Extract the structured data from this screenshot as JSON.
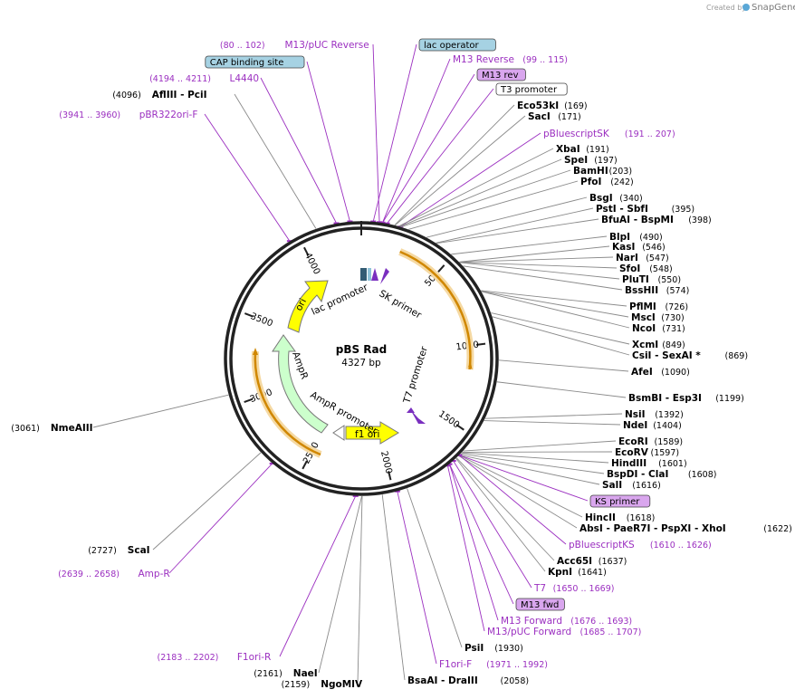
{
  "credit": {
    "prefix": "Created by",
    "brand": "SnapGene"
  },
  "plasmid": {
    "name": "pBS Rad",
    "length": "4327 bp",
    "total_bp": 4327
  },
  "colors": {
    "backbone": "#222222",
    "ori": "#ffff00",
    "ampr": "#ccffcc",
    "f1": "#ffff00",
    "orange": "#e69500",
    "primer": "#7a2fbf",
    "box_blue": "#a6d2e3",
    "box_purple": "#d9a6ee",
    "line": "#8a8a8a",
    "feature_line": "#9b2fc0"
  },
  "ticks": [
    {
      "label": "500",
      "bp": 500
    },
    {
      "label": "1000",
      "bp": 1000
    },
    {
      "label": "1500",
      "bp": 1500
    },
    {
      "label": "2000",
      "bp": 2000
    },
    {
      "label": "2500",
      "bp": 2500
    },
    {
      "label": "3000",
      "bp": 3000
    },
    {
      "label": "3500",
      "bp": 3500
    },
    {
      "label": "4000",
      "bp": 4000
    }
  ],
  "inner_labels": {
    "ori": "ori",
    "lac_promoter": "lac promoter",
    "sk_primer": "SK primer",
    "ampr": "AmpR",
    "ampr_promoter": "AmpR promoter",
    "f1_ori": "f1 ori",
    "t7_promoter": "T7 promoter"
  },
  "right_labels": [
    {
      "kind": "feature",
      "name": "M13 Reverse",
      "pos": "(99 .. 115)",
      "bp": 107
    },
    {
      "kind": "box",
      "name": "M13 rev",
      "box_color": "#d9a6ee",
      "bp": 107
    },
    {
      "kind": "box",
      "name": "T3 promoter",
      "box_color": "#ffffff",
      "bp": 130
    },
    {
      "kind": "site",
      "name": "Eco53kI",
      "pos": "(169)",
      "bp": 169
    },
    {
      "kind": "site",
      "name": "SacI",
      "pos": "(171)",
      "bp": 171
    },
    {
      "kind": "feature",
      "name": "pBluescriptSK",
      "pos": "(191 .. 207)",
      "bp": 199
    },
    {
      "kind": "site",
      "name": "XbaI",
      "pos": "(191)",
      "bp": 191
    },
    {
      "kind": "site",
      "name": "SpeI",
      "pos": "(197)",
      "bp": 197
    },
    {
      "kind": "site",
      "name": "BamHI",
      "pos": "(203)",
      "bp": 203
    },
    {
      "kind": "site",
      "name": "PfoI",
      "pos": "(242)",
      "bp": 242
    },
    {
      "kind": "site",
      "name": "BsgI",
      "pos": "(340)",
      "bp": 340
    },
    {
      "kind": "site",
      "name": "PstI  - SbfI",
      "pos": "(395)",
      "bp": 395
    },
    {
      "kind": "site",
      "name": "BfuAI  - BspMI",
      "pos": "(398)",
      "bp": 398
    },
    {
      "kind": "site",
      "name": "BlpI",
      "pos": "(490)",
      "bp": 490
    },
    {
      "kind": "site",
      "name": "KasI",
      "pos": "(546)",
      "bp": 546
    },
    {
      "kind": "site",
      "name": "NarI",
      "pos": "(547)",
      "bp": 547
    },
    {
      "kind": "site",
      "name": "SfoI",
      "pos": "(548)",
      "bp": 548
    },
    {
      "kind": "site",
      "name": "PluTI",
      "pos": "(550)",
      "bp": 550
    },
    {
      "kind": "site",
      "name": "BssHII",
      "pos": "(574)",
      "bp": 574
    },
    {
      "kind": "site",
      "name": "PflMI",
      "pos": "(726)",
      "bp": 726
    },
    {
      "kind": "site",
      "name": "MscI",
      "pos": "(730)",
      "bp": 730
    },
    {
      "kind": "site",
      "name": "NcoI",
      "pos": "(731)",
      "bp": 731
    },
    {
      "kind": "site",
      "name": "XcmI",
      "pos": "(849)",
      "bp": 849
    },
    {
      "kind": "site",
      "name": "CsiI  - SexAI *",
      "pos": "(869)",
      "bp": 869
    },
    {
      "kind": "site",
      "name": "AfeI",
      "pos": "(1090)",
      "bp": 1090
    },
    {
      "kind": "site",
      "name": "BsmBI  - Esp3I",
      "pos": "(1199)",
      "bp": 1199
    },
    {
      "kind": "site",
      "name": "NsiI",
      "pos": "(1392)",
      "bp": 1392
    },
    {
      "kind": "site",
      "name": "NdeI",
      "pos": "(1404)",
      "bp": 1404
    },
    {
      "kind": "site",
      "name": "EcoRI",
      "pos": "(1589)",
      "bp": 1589
    },
    {
      "kind": "site",
      "name": "EcoRV",
      "pos": "(1597)",
      "bp": 1597
    },
    {
      "kind": "site",
      "name": "HindIII",
      "pos": "(1601)",
      "bp": 1601
    },
    {
      "kind": "site",
      "name": "BspDI  - ClaI",
      "pos": "(1608)",
      "bp": 1608
    },
    {
      "kind": "site",
      "name": "SalI",
      "pos": "(1616)",
      "bp": 1616
    },
    {
      "kind": "box",
      "name": "KS primer",
      "box_color": "#d9a6ee",
      "bp": 1618
    },
    {
      "kind": "site",
      "name": "HincII",
      "pos": "(1618)",
      "bp": 1618
    },
    {
      "kind": "site",
      "name": "AbsI  - PaeR7I  - PspXI  - XhoI",
      "pos": "(1622)",
      "bp": 1622
    },
    {
      "kind": "feature",
      "name": "pBluescriptKS",
      "pos": "(1610 .. 1626)",
      "bp": 1618
    },
    {
      "kind": "site",
      "name": "Acc65I",
      "pos": "(1637)",
      "bp": 1637
    },
    {
      "kind": "site",
      "name": "KpnI",
      "pos": "(1641)",
      "bp": 1641
    },
    {
      "kind": "feature",
      "name": "T7",
      "pos": "(1650 .. 1669)",
      "bp": 1659
    },
    {
      "kind": "box",
      "name": "M13 fwd",
      "box_color": "#d9a6ee",
      "bp": 1684
    },
    {
      "kind": "feature",
      "name": "M13 Forward",
      "pos": "(1676 .. 1693)",
      "bp": 1684
    },
    {
      "kind": "feature",
      "name": "M13/pUC Forward",
      "pos": "(1685 .. 1707)",
      "bp": 1696
    },
    {
      "kind": "site",
      "name": "PsiI",
      "pos": "(1930)",
      "bp": 1930
    },
    {
      "kind": "feature",
      "name": "F1ori-F",
      "pos": "(1971 .. 1992)",
      "bp": 1981
    },
    {
      "kind": "site",
      "name": "BsaAI  - DraIII",
      "pos": "(2058)",
      "bp": 2058
    }
  ],
  "left_labels": [
    {
      "kind": "site",
      "name": "NgoMIV",
      "pos": "(2159)",
      "bp": 2159
    },
    {
      "kind": "site",
      "name": "NaeI",
      "pos": "(2161)",
      "bp": 2161
    },
    {
      "kind": "feature",
      "name": "F1ori-R",
      "pos": "(2183 .. 2202)",
      "bp": 2192
    },
    {
      "kind": "feature",
      "name": "Amp-R",
      "pos": "(2639 .. 2658)",
      "bp": 2648
    },
    {
      "kind": "site",
      "name": "ScaI",
      "pos": "(2727)",
      "bp": 2727
    },
    {
      "kind": "site",
      "name": "NmeAIII",
      "pos": "(3061)",
      "bp": 3061
    },
    {
      "kind": "feature",
      "name": "pBR322ori-F",
      "pos": "(3941 .. 3960)",
      "bp": 3950
    },
    {
      "kind": "site",
      "name": "AflIII  - PciI",
      "pos": "(4096)",
      "bp": 4096
    },
    {
      "kind": "feature",
      "name": "L4440",
      "pos": "(4194 .. 4211)",
      "bp": 4202
    },
    {
      "kind": "box",
      "name": "CAP binding site",
      "box_color": "#a6d2e3",
      "bp": 4270
    },
    {
      "kind": "feature",
      "name": "M13/pUC Reverse",
      "pos": "(80 .. 102)",
      "bp": 91
    },
    {
      "kind": "box",
      "name": "lac operator",
      "box_color": "#a6d2e3",
      "bp": 60
    }
  ]
}
